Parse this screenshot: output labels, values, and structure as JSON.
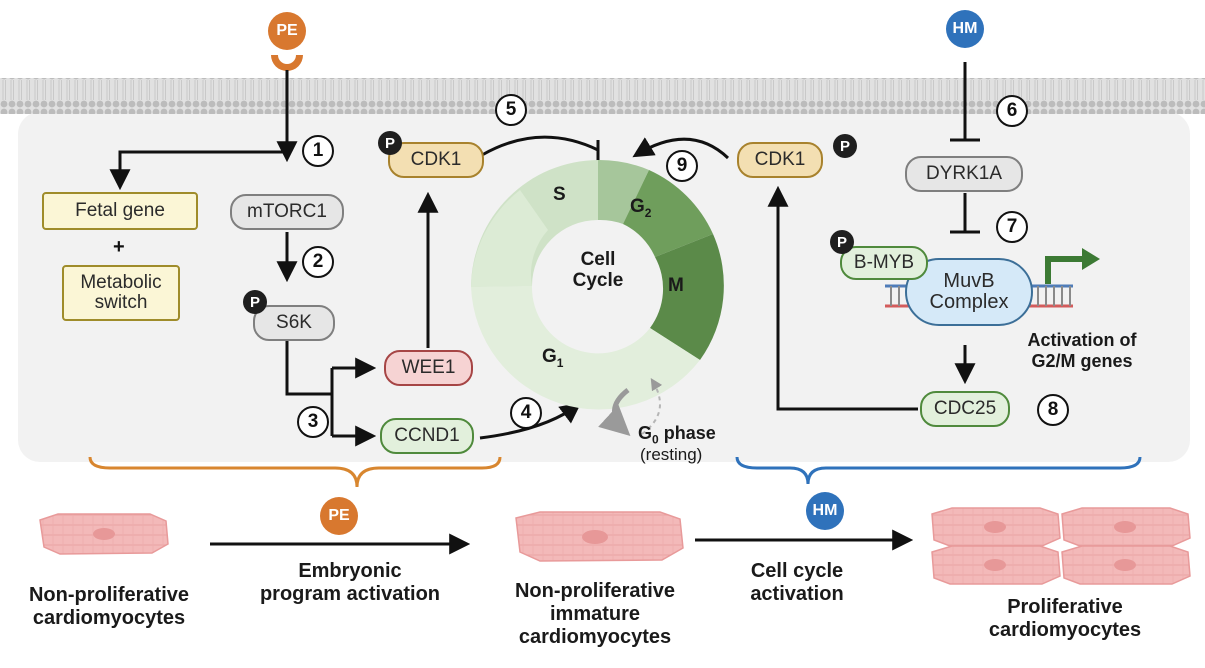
{
  "stimuli": {
    "pe": "PE",
    "hm": "HM"
  },
  "phospho_badge": "P",
  "steps": [
    "1",
    "2",
    "3",
    "4",
    "5",
    "6",
    "7",
    "8",
    "9"
  ],
  "nodes": {
    "fetal_gene": "Fetal gene",
    "plus": "+",
    "metabolic_switch": "Metabolic\nswitch",
    "mtorc1": "mTORC1",
    "s6k": "S6K",
    "cdk1_left": "CDK1",
    "wee1": "WEE1",
    "ccnd1": "CCND1",
    "cdk1_right": "CDK1",
    "dyrk1a": "DYRK1A",
    "bmyb": "B-MYB",
    "muvb": "MuvB\nComplex",
    "activation": "Activation of\nG2/M genes",
    "cdc25": "CDC25"
  },
  "cell_cycle": {
    "center": "Cell\nCycle",
    "phases": {
      "s": "S",
      "g2": "G",
      "g2_sub": "2",
      "m": "M",
      "g1": "G",
      "g1_sub": "1"
    },
    "g0_main": "G",
    "g0_sub": "0",
    "g0_rest": " phase",
    "g0_note": "(resting)"
  },
  "bottom": {
    "stage1": "Non-proliferative\ncardiomyocytes",
    "transition1": "Embryonic\nprogram activation",
    "stage2": "Non-proliferative\nimmature\ncardiomyocytes",
    "transition2": "Cell cycle\nactivation",
    "stage3": "Proliferative\ncardiomyocytes"
  },
  "colors": {
    "pe": "#d8782f",
    "hm": "#2f72bb",
    "membrane": "#d9d9d9",
    "cytoplasm": "#f2f2f2",
    "cardiomyocyte": "#f2b8b8"
  }
}
